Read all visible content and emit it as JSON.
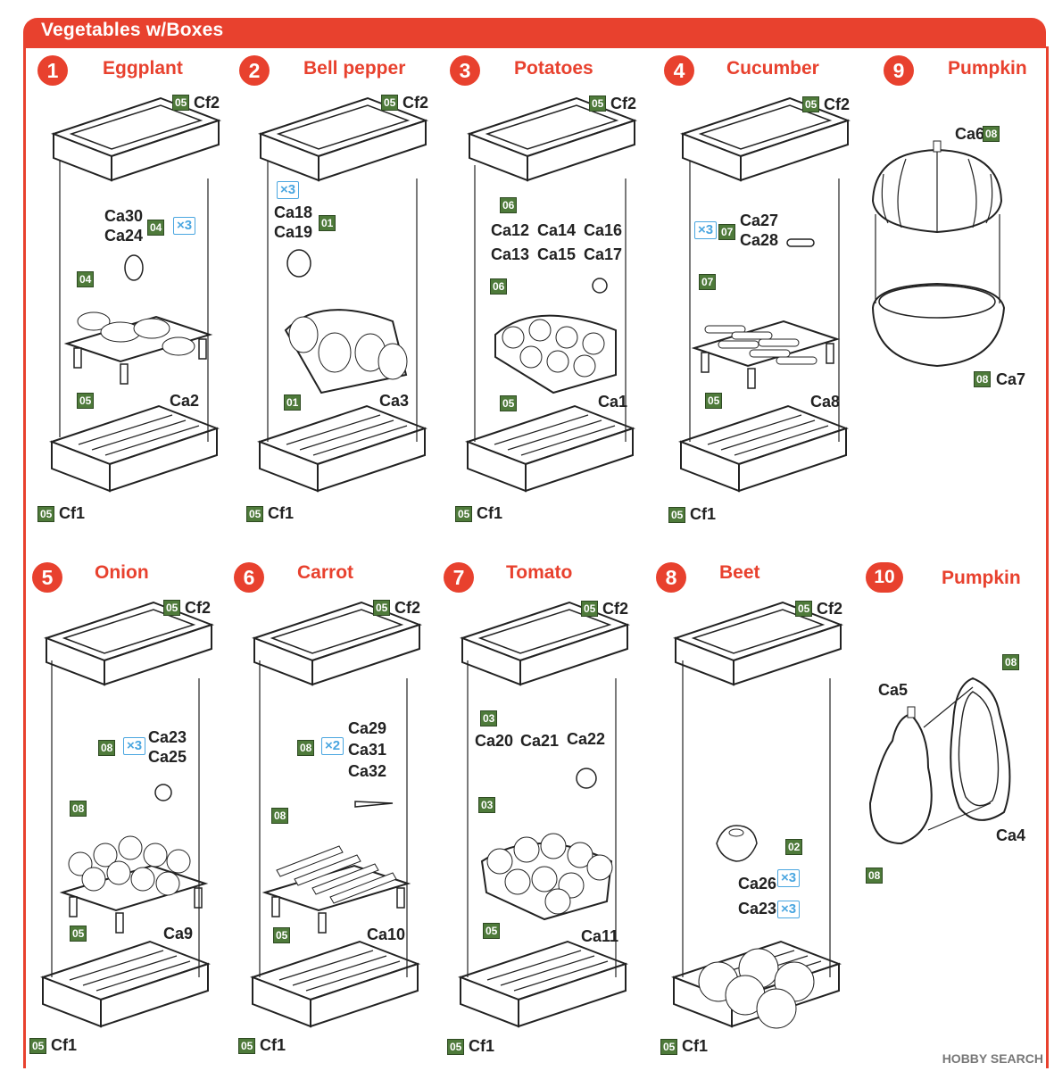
{
  "header": {
    "title": "Vegetables w/Boxes"
  },
  "steps": {
    "s1": {
      "num": "1",
      "title": "Eggplant",
      "top_part": "Cf2",
      "top_code": "05",
      "bottom_part": "Cf1",
      "bottom_code": "05",
      "parts_a": "Ca30",
      "parts_b": "Ca24",
      "parts_code": "04",
      "mult": "×3",
      "rack_code": "04",
      "leg_code": "05",
      "ca": "Ca2"
    },
    "s2": {
      "num": "2",
      "title": "Bell pepper",
      "top_part": "Cf2",
      "top_code": "05",
      "bottom_part": "Cf1",
      "bottom_code": "05",
      "mult": "×3",
      "parts_a": "Ca18",
      "parts_b": "Ca19",
      "parts_code": "01",
      "rack_code": "01",
      "ca": "Ca3"
    },
    "s3": {
      "num": "3",
      "title": "Potatoes",
      "top_part": "Cf2",
      "top_code": "05",
      "bottom_part": "Cf1",
      "bottom_code": "05",
      "parts_code": "06",
      "r1": "Ca12",
      "r2": "Ca14",
      "r3": "Ca16",
      "r4": "Ca13",
      "r5": "Ca15",
      "r6": "Ca17",
      "rack_code": "06",
      "leg_code": "05",
      "ca": "Ca1"
    },
    "s4": {
      "num": "4",
      "title": "Cucumber",
      "top_part": "Cf2",
      "top_code": "05",
      "bottom_part": "Cf1",
      "bottom_code": "05",
      "mult": "×3",
      "parts_code": "07",
      "parts_a": "Ca27",
      "parts_b": "Ca28",
      "rack_code": "07",
      "leg_code": "05",
      "ca": "Ca8"
    },
    "s9": {
      "num": "9",
      "title": "Pumpkin",
      "top": "Ca6",
      "top_code": "08",
      "bottom": "Ca7",
      "bottom_code": "08"
    },
    "s5": {
      "num": "5",
      "title": "Onion",
      "top_part": "Cf2",
      "top_code": "05",
      "bottom_part": "Cf1",
      "bottom_code": "05",
      "parts_code": "08",
      "mult": "×3",
      "parts_a": "Ca23",
      "parts_b": "Ca25",
      "rack_code": "08",
      "leg_code": "05",
      "ca": "Ca9"
    },
    "s6": {
      "num": "6",
      "title": "Carrot",
      "top_part": "Cf2",
      "top_code": "05",
      "bottom_part": "Cf1",
      "bottom_code": "05",
      "parts_code": "08",
      "mult": "×2",
      "parts_a": "Ca29",
      "parts_b": "Ca31",
      "parts_c": "Ca32",
      "rack_code": "08",
      "leg_code": "05",
      "ca": "Ca10"
    },
    "s7": {
      "num": "7",
      "title": "Tomato",
      "top_part": "Cf2",
      "top_code": "05",
      "bottom_part": "Cf1",
      "bottom_code": "05",
      "parts_code": "03",
      "r1": "Ca20",
      "r2": "Ca21",
      "r3": "Ca22",
      "rack_code": "03",
      "leg_code": "05",
      "ca": "Ca11"
    },
    "s8": {
      "num": "8",
      "title": "Beet",
      "top_part": "Cf2",
      "top_code": "05",
      "bottom_part": "Cf1",
      "bottom_code": "05",
      "beet_code": "02",
      "a": "Ca26",
      "b": "Ca23",
      "mult_a": "×3",
      "mult_b": "×3"
    },
    "s10": {
      "num": "10",
      "title": "Pumpkin",
      "left": "Ca5",
      "right": "Ca4",
      "top_code": "08",
      "bottom_code": "08"
    }
  },
  "watermark": "HOBBY SEARCH"
}
